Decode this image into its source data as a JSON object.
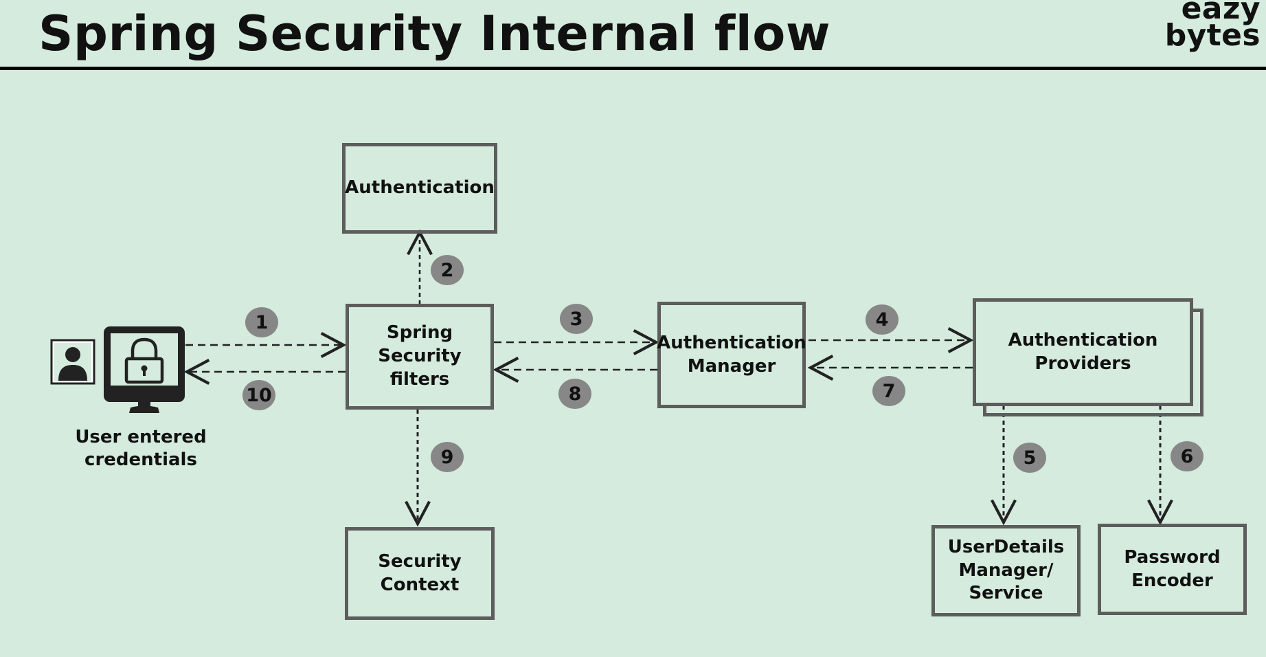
{
  "header": {
    "title": "Spring Security Internal flow",
    "logo_line1": "eazy",
    "logo_line2": "bytes"
  },
  "nodes": {
    "authentication": "Authentication",
    "filters": "Spring\nSecurity\nfilters",
    "manager": "Authentication\nManager",
    "providers": "Authentication\nProviders",
    "security_context": "Security\nContext",
    "user_details": "UserDetails\nManager/\nService",
    "password_encoder": "Password\nEncoder"
  },
  "user": {
    "caption": "User entered\ncredentials",
    "icons": [
      "person-icon",
      "monitor-lock-icon"
    ]
  },
  "steps": [
    "1",
    "2",
    "3",
    "4",
    "5",
    "6",
    "7",
    "8",
    "9",
    "10"
  ],
  "colors": {
    "background": "#d4ebdd",
    "box_border": "#5d5d5d",
    "badge": "#878787",
    "line": "#222222"
  }
}
